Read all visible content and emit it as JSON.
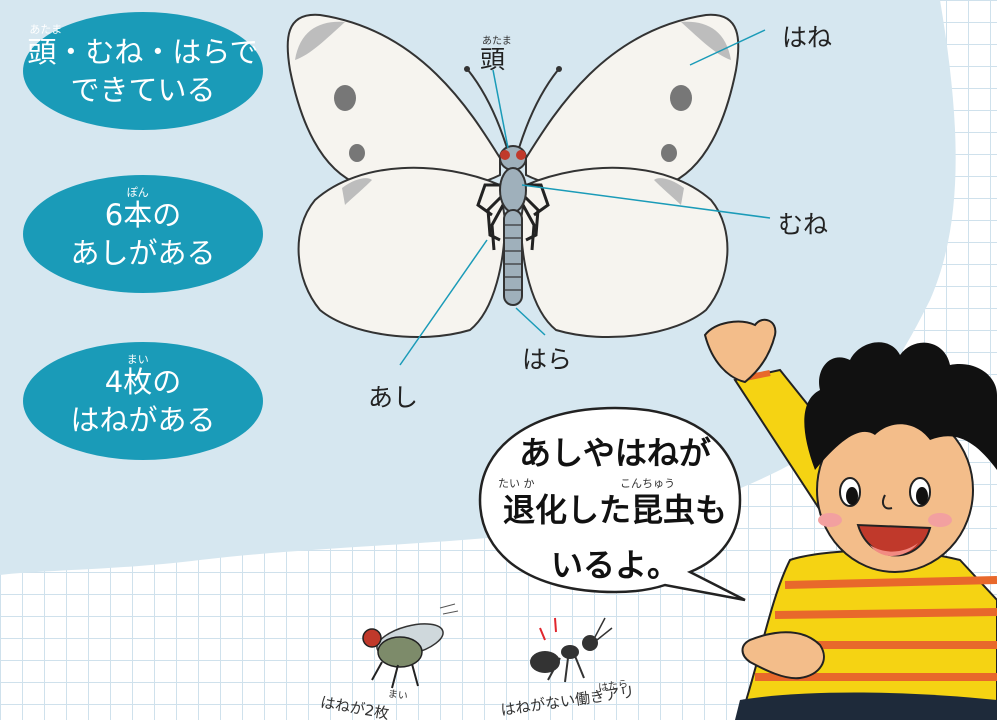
{
  "features": [
    {
      "ruby": "あたま",
      "lines": [
        "頭・むね・はらで",
        "できている"
      ]
    },
    {
      "ruby": "ぽん",
      "lines": [
        "6本の",
        "あしがある"
      ]
    },
    {
      "ruby": "まい",
      "lines": [
        "4枚の",
        "はねがある"
      ]
    }
  ],
  "labels": {
    "head": "頭",
    "head_ruby": "あたま",
    "wing": "はね",
    "thorax": "むね",
    "abdomen": "はら",
    "leg": "あし"
  },
  "bubble": {
    "line1": "あしやはねが",
    "line2": "退化した昆虫も",
    "line2_ruby_1": "たい か",
    "line2_ruby_2": "こんちゅう",
    "line3": "いるよ。"
  },
  "captions": {
    "fly": "はねが2枚",
    "fly_ruby": "まい",
    "ant": "はねがない働きアリ",
    "ant_ruby": "はたら"
  },
  "colors": {
    "pill": "#1a9bb8",
    "sky": "#d6e7f0",
    "grid": "#cfe1ec",
    "shirt": "#f5d313",
    "shirt_stripe": "#e8682b",
    "skin": "#f3bd8a",
    "hair": "#111111"
  }
}
